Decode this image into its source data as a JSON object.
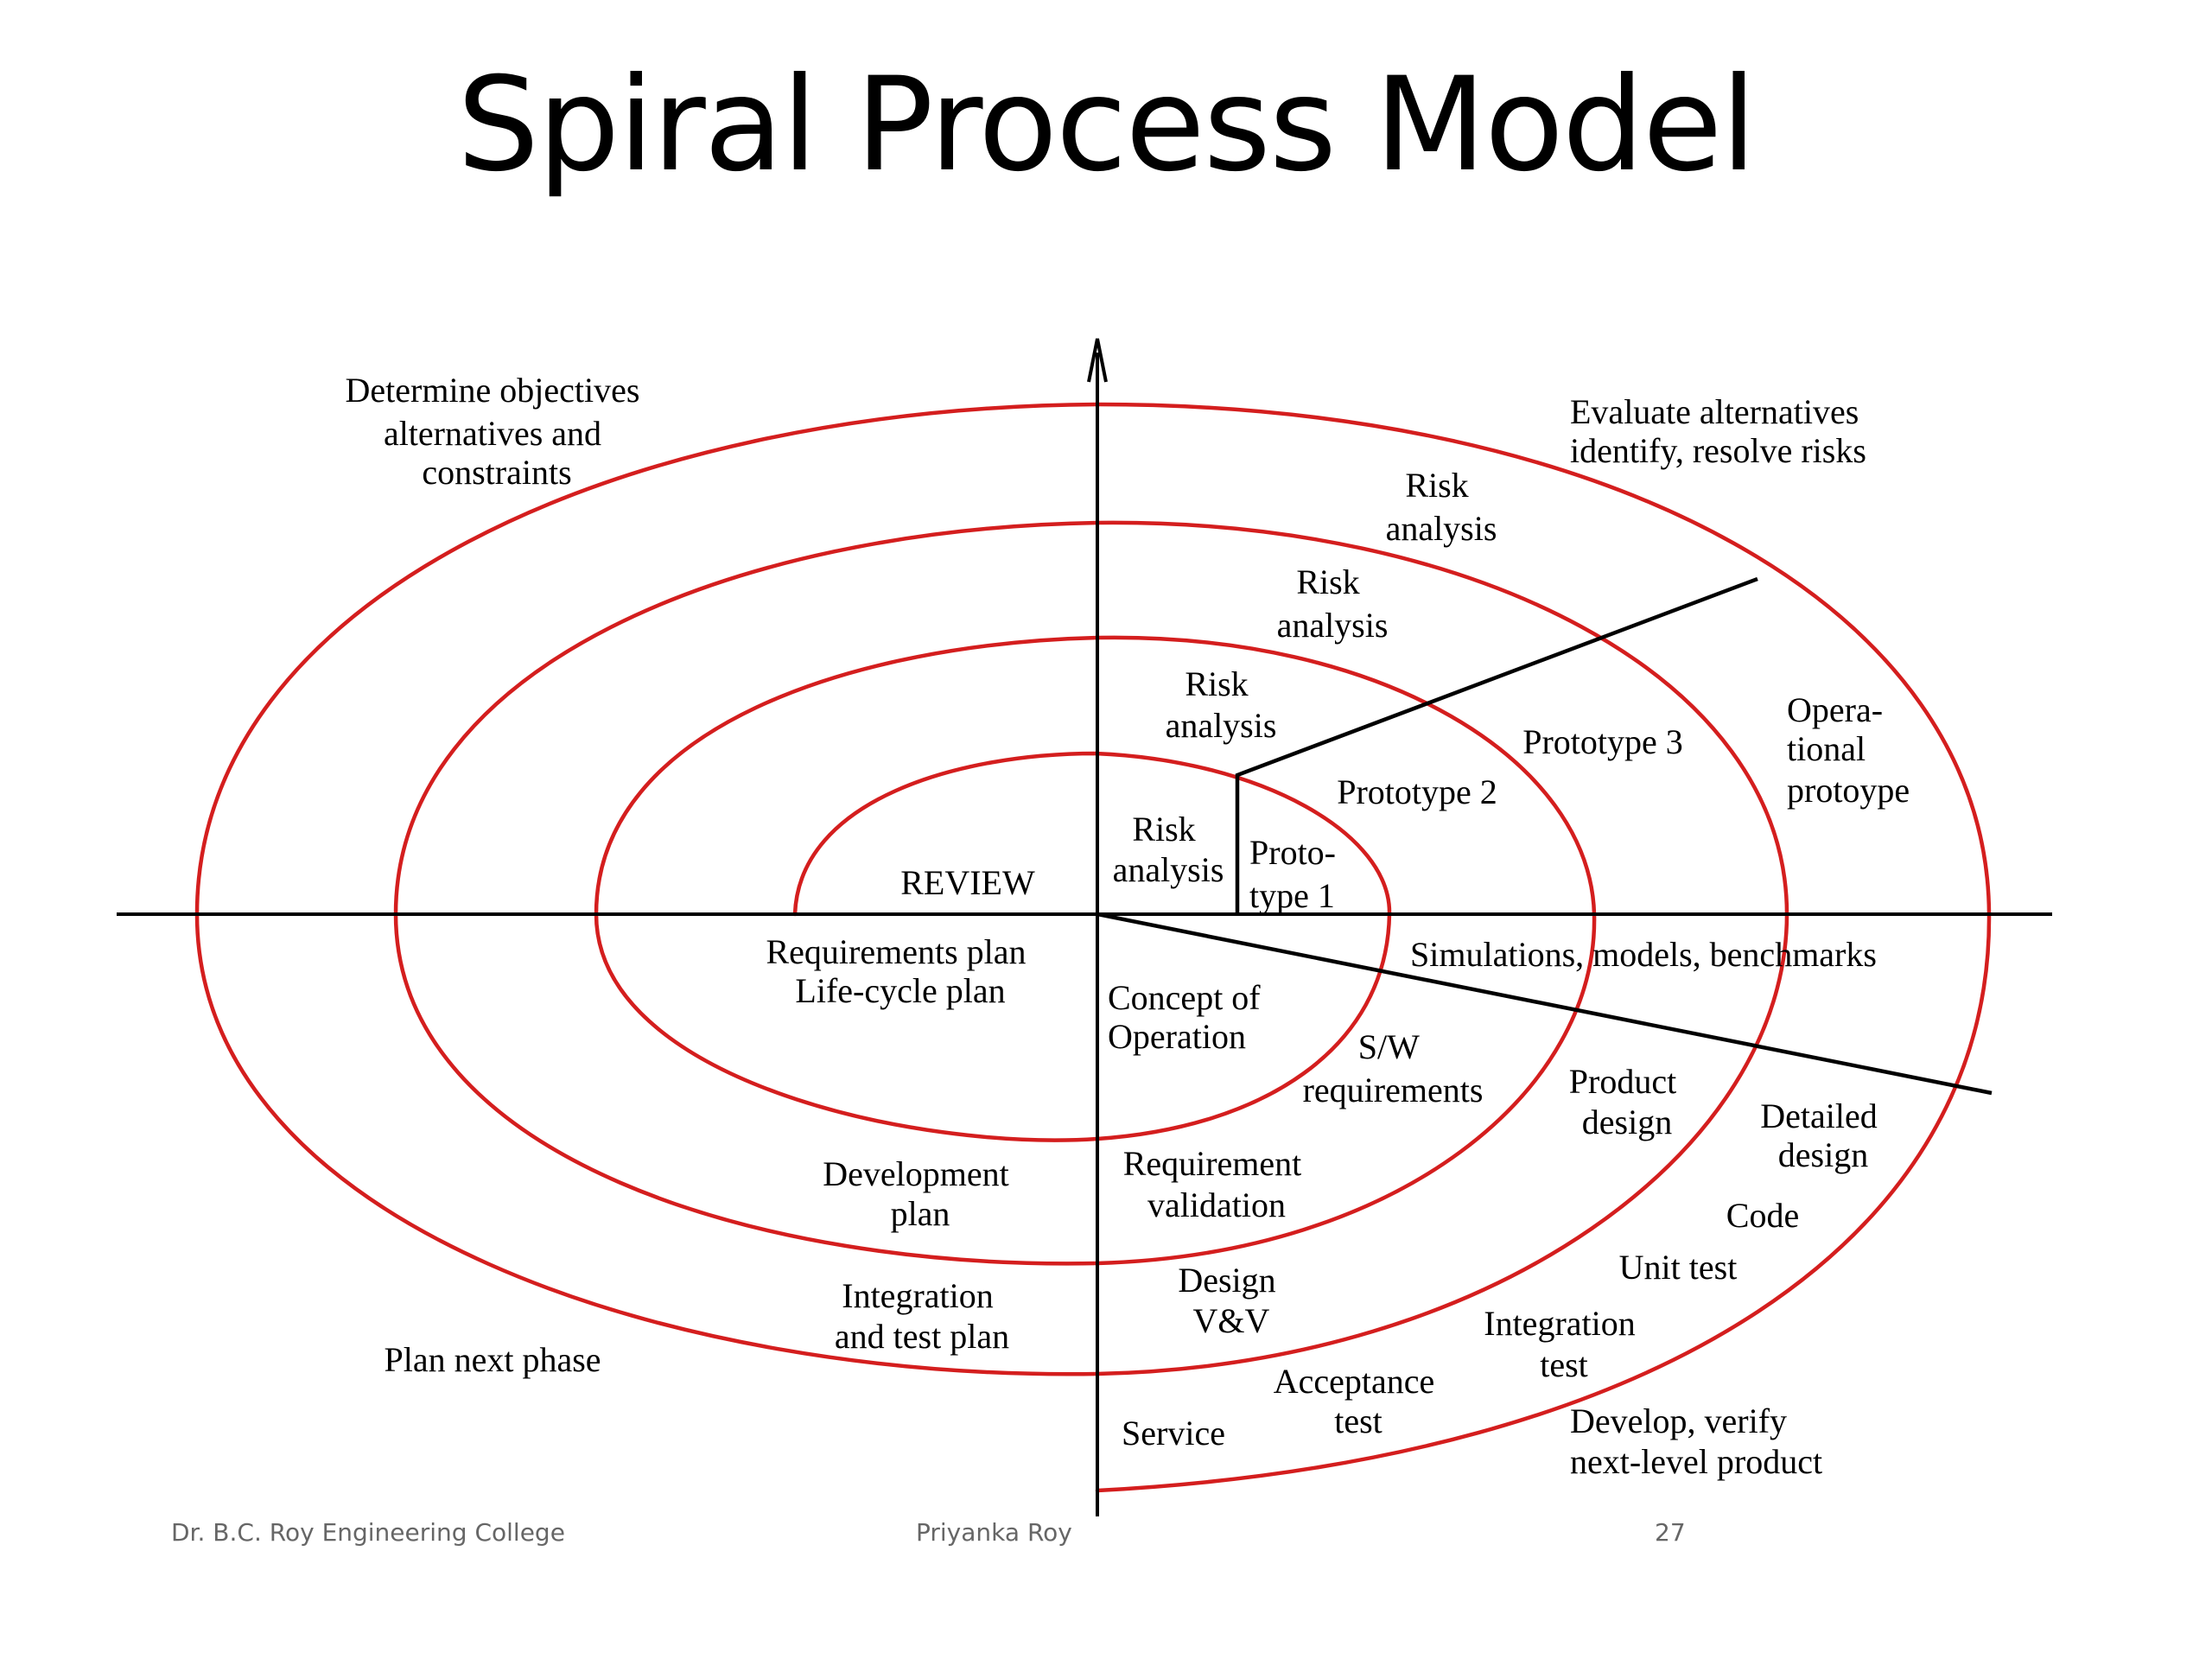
{
  "title": "Spiral Process Model",
  "colors": {
    "spiral": "#d41e1e",
    "axes": "#000000",
    "text": "#000000",
    "footer": "#666666"
  },
  "labels": {
    "determine_objectives": [
      "Determine objectives",
      "alternatives and",
      "constraints"
    ],
    "evaluate_alternatives": [
      "Evaluate alternatives",
      "identify, resolve risks"
    ],
    "risk_analysis_outer": [
      "Risk",
      "analysis"
    ],
    "risk_analysis_3": [
      "Risk",
      "analysis"
    ],
    "risk_analysis_2": [
      "Risk",
      "analysis"
    ],
    "risk_analysis_1": [
      "Risk",
      "analysis"
    ],
    "review": "REVIEW",
    "prototype_1": [
      "Proto-",
      "type 1"
    ],
    "prototype_2": "Prototype 2",
    "prototype_3": "Prototype 3",
    "operational_prototype": [
      "Opera-",
      "tional",
      "protoype"
    ],
    "requirements_plan": [
      "Requirements plan",
      "Life-cycle plan"
    ],
    "simulations": "Simulations, models, benchmarks",
    "concept_of_operation": [
      "Concept of",
      "Operation"
    ],
    "sw_requirements": [
      "S/W",
      "requirements"
    ],
    "product_design": [
      "Product",
      "design"
    ],
    "detailed_design": [
      "Detailed",
      "design"
    ],
    "development_plan": [
      "Development",
      "plan"
    ],
    "requirement_validation": [
      "Requirement",
      "validation"
    ],
    "code": "Code",
    "unit_test": "Unit test",
    "integration_test_plan": [
      "Integration",
      "and test plan"
    ],
    "design_vv": [
      "Design",
      "V&V"
    ],
    "integration_test": [
      "Integration",
      "test"
    ],
    "plan_next_phase": "Plan next phase",
    "acceptance_test": [
      "Acceptance",
      "test"
    ],
    "service": "Service",
    "develop_verify": [
      "Develop, verify",
      "next-level product"
    ]
  },
  "footer": {
    "institution": "Dr. B.C. Roy Engineering College",
    "author": "Priyanka Roy",
    "page_number": "27"
  }
}
